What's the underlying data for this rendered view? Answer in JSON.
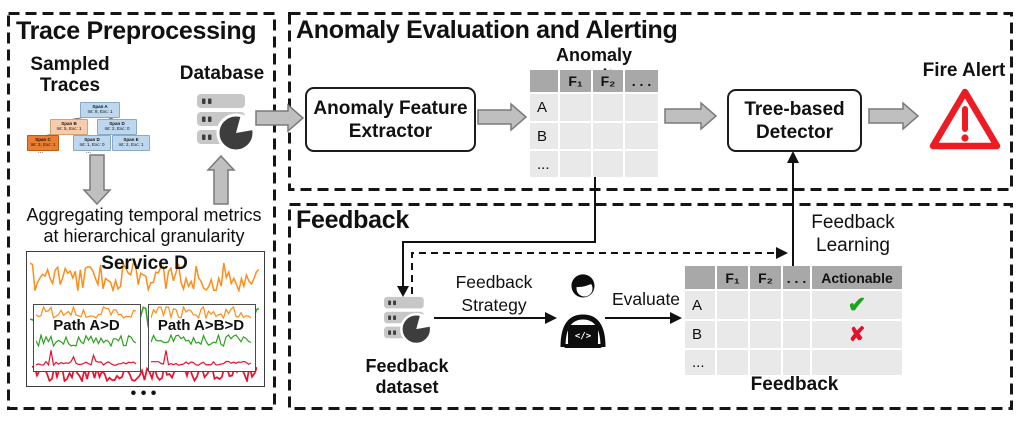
{
  "colors": {
    "alert_red": "#ed1c24",
    "check_green": "#1ea321",
    "cross_red": "#e8112d",
    "table_header_gray": "#a8a8a8",
    "table_cell_gray": "#e9e9e9",
    "arrow_gray": "#bfbfbf",
    "line_orange": "#ff8c1a",
    "line_green": "#2ea121",
    "line_red": "#e8112d",
    "span_blue": "#bdd7ee",
    "span_light_orange": "#f8cbad",
    "span_dark_orange": "#ed7d31"
  },
  "trace": {
    "title": "Trace Preprocessing",
    "sampled_line1": "Sampled",
    "sampled_line2": "Traces",
    "database_label": "Database",
    "agg_line1": "Aggregating temporal metrics",
    "agg_line2": "at hierarchical granularity",
    "service": {
      "title": "Service D",
      "path1": "Path A>D",
      "path2": "Path A>B>D",
      "more": "• • •"
    },
    "tree": {
      "spans": [
        {
          "name": "Span A",
          "meta": "Int: 8, Exc: 1"
        },
        {
          "name": "Span B",
          "meta": "Int: 5, Exc: 1"
        },
        {
          "name": "Span D",
          "meta": "Int: 2, Exc: 0"
        },
        {
          "name": "Span C",
          "meta": "Int: 3, Exc: 1"
        },
        {
          "name": "Span D",
          "meta": "Int: 1, Exc: 0"
        },
        {
          "name": "Span E",
          "meta": "Int: 2, Exc: 1"
        }
      ],
      "more1": "...",
      "more2": "..."
    }
  },
  "anomaly": {
    "title": "Anomaly Evaluation and Alerting",
    "extractor_line1": "Anomaly Feature",
    "extractor_line2": "Extractor",
    "results_label": "Anomaly results",
    "table": {
      "headers": [
        "",
        "F₁",
        "F₂",
        ". . ."
      ],
      "rows": [
        [
          "A",
          "",
          "",
          ""
        ],
        [
          "B",
          "",
          "",
          ""
        ],
        [
          "...",
          "",
          "",
          ""
        ]
      ]
    },
    "detector_line1": "Tree-based",
    "detector_line2": "Detector",
    "fire_alert_label": "Fire Alert"
  },
  "feedback": {
    "title": "Feedback",
    "dataset_line1": "Feedback",
    "dataset_line2": "dataset",
    "strategy_line1": "Feedback",
    "strategy_line2": "Strategy",
    "evaluate_label": "Evaluate",
    "learning_line1": "Feedback",
    "learning_line2": "Learning",
    "laptop_code": "</>",
    "table": {
      "headers": [
        "",
        "F₁",
        "F₂",
        ". . .",
        "Actionable"
      ],
      "rows": [
        [
          "A",
          "",
          "",
          "",
          "✔"
        ],
        [
          "B",
          "",
          "",
          "",
          "✘"
        ],
        [
          "...",
          "",
          "",
          "",
          ""
        ]
      ],
      "caption": "Feedback"
    }
  }
}
